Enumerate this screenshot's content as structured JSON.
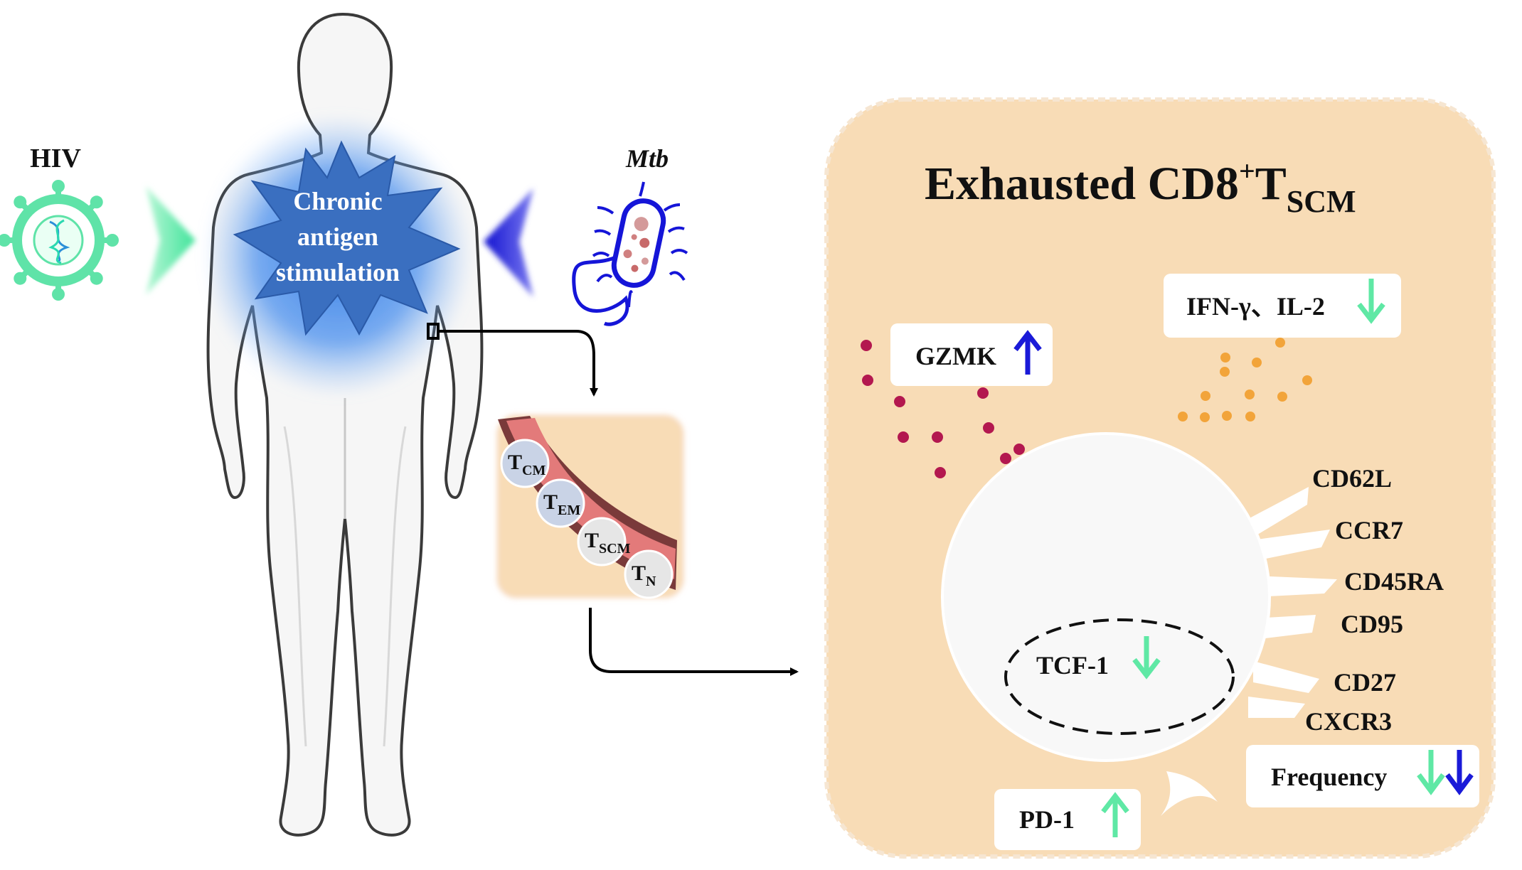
{
  "labels": {
    "hiv": "HIV",
    "mtb": "Mtb",
    "chronic_line1": "Chronic",
    "chronic_line2": "antigen",
    "chronic_line3": "stimulation",
    "title_main": "Exhausted CD8",
    "title_sup": "+",
    "title_t": "T",
    "title_sub": "SCM",
    "gzmk": "GZMK",
    "ifn": "IFN-γ、IL-2",
    "tcf1": "TCF-1",
    "pd1": "PD-1",
    "frequency": "Frequency"
  },
  "subsets": [
    {
      "t": "T",
      "sub": "CM"
    },
    {
      "t": "T",
      "sub": "EM"
    },
    {
      "t": "T",
      "sub": "SCM"
    },
    {
      "t": "T",
      "sub": "N"
    }
  ],
  "markers": [
    "CD62L",
    "CCR7",
    "CD45RA",
    "CD95",
    "CD27",
    "CXCR3"
  ],
  "colors": {
    "panel": "#f8dcb6",
    "glow": "#3f86e8",
    "burst": "#3a6fc0",
    "hiv": "#5fe3a8",
    "mtb": "#1515d8",
    "arrow_green": "#5fe8a5",
    "arrow_blue": "#1a1ad8",
    "gzmk_dot": "#b3184f",
    "ifn_dot": "#f2a43a"
  }
}
